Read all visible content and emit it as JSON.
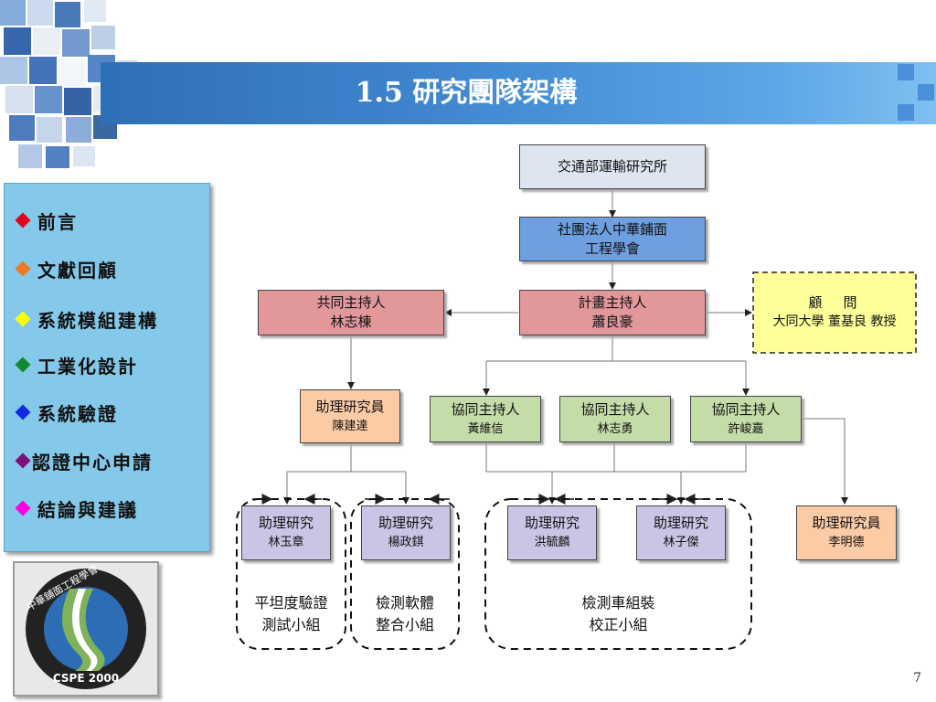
{
  "slide": {
    "title": "1.5 研究團隊架構",
    "page_number": "7"
  },
  "nav": {
    "items": [
      {
        "label": "前言",
        "color": "#e3001b"
      },
      {
        "label": "文獻回顧",
        "color": "#f07820"
      },
      {
        "label": "系統模組建構",
        "color": "#ffff00"
      },
      {
        "label": "工業化設計",
        "color": "#118a2e"
      },
      {
        "label": "系統驗證",
        "color": "#1029e6"
      },
      {
        "label": "認證中心申請",
        "color": "#7a1078"
      },
      {
        "label": "結論與建議",
        "color": "#ff00e0"
      }
    ]
  },
  "logo": {
    "top_text": "中華鋪面工程學會",
    "bottom_text": "CSPE 2000"
  },
  "org": {
    "moti": "交通部運輸研究所",
    "society": [
      "社團法人中華鋪面",
      "工程學會"
    ],
    "pi": {
      "role": "計畫主持人",
      "name": "蕭良豪"
    },
    "co_pi": {
      "role": "共同主持人",
      "name": "林志棟"
    },
    "advisor": {
      "role": "顧　問",
      "name": "大同大學  董基良  教授"
    },
    "assistant_chen": {
      "role": "助理研究員",
      "name": "陳建達"
    },
    "co_pi_a": {
      "role": "協同主持人",
      "name": "黃維信"
    },
    "co_pi_b": {
      "role": "協同主持人",
      "name": "林志勇"
    },
    "co_pi_c": {
      "role": "協同主持人",
      "name": "許峻嘉"
    },
    "ra_lin": {
      "role": "助理研究",
      "name": "林玉章"
    },
    "ra_yang": {
      "role": "助理研究",
      "name": "楊政錤"
    },
    "ra_hong": {
      "role": "助理研究",
      "name": "洪毓麟"
    },
    "ra_linzj": {
      "role": "助理研究",
      "name": "林子傑"
    },
    "assistant_li": {
      "role": "助理研究員",
      "name": "李明德"
    },
    "groups": {
      "flatness": [
        "平坦度驗證",
        "測試小組"
      ],
      "software": [
        "檢測軟體",
        "整合小組"
      ],
      "vehicle": [
        "檢測車組裝",
        "校正小組"
      ]
    }
  },
  "colors": {
    "title_bar": "#3f86cf",
    "nav_bg": "#84c8ea",
    "box_gray": "#dde5f0",
    "box_blue": "#6e9fe0",
    "box_red": "#e2979a",
    "box_yellow": "#ffff99",
    "box_orange": "#fbcba6",
    "box_green": "#c4dca8",
    "box_purple": "#ccc4e4"
  }
}
